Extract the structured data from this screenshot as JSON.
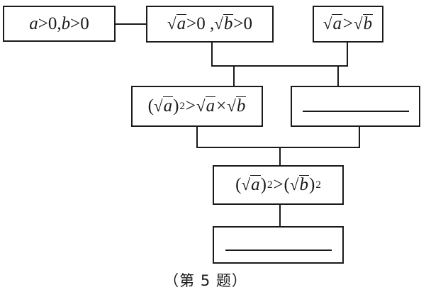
{
  "nodes": {
    "given": {
      "left": "a",
      "gt1": ">0,",
      "right": "b",
      "gt2": ">0"
    },
    "sqrt_positive": {
      "rad_a": "a",
      "part1": ">0 ,",
      "rad_b": "b",
      "part2": ">0"
    },
    "assumption": {
      "rad_a": "a",
      "gt": ">",
      "rad_b": "b"
    },
    "square_vs_product": {
      "open": "(",
      "rad_a1": "a",
      "close": ")",
      "exp": "2",
      "gt": ">",
      "rad_a2": "a",
      "times": "×",
      "rad_b": "b"
    },
    "product_blank": {
      "answer": ""
    },
    "squares_compare": {
      "open1": "(",
      "rad_a": "a",
      "close1": ")",
      "exp1": "2",
      "gt": ">",
      "open2": "(",
      "rad_b": "b",
      "close2": ")",
      "exp2": "2"
    },
    "conclusion_blank": {
      "answer": ""
    }
  },
  "caption": "（第 5 题）"
}
